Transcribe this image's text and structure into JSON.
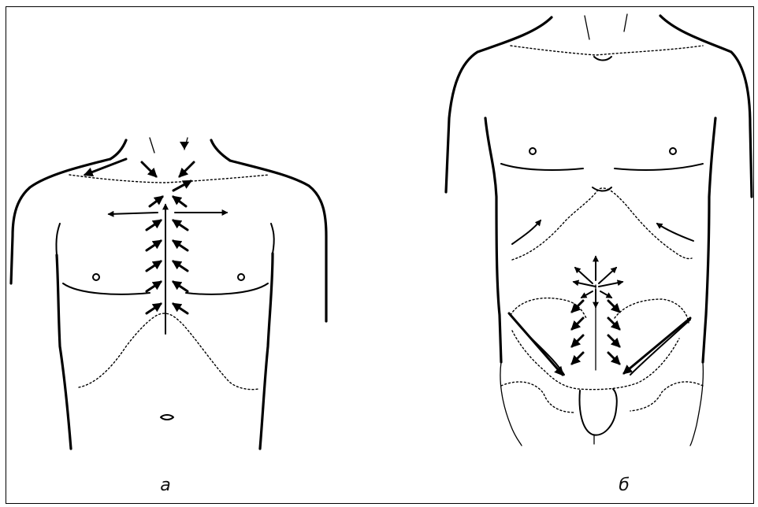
{
  "figure": {
    "panels": [
      {
        "id": "a",
        "caption": "а"
      },
      {
        "id": "b",
        "caption": "б"
      }
    ]
  }
}
